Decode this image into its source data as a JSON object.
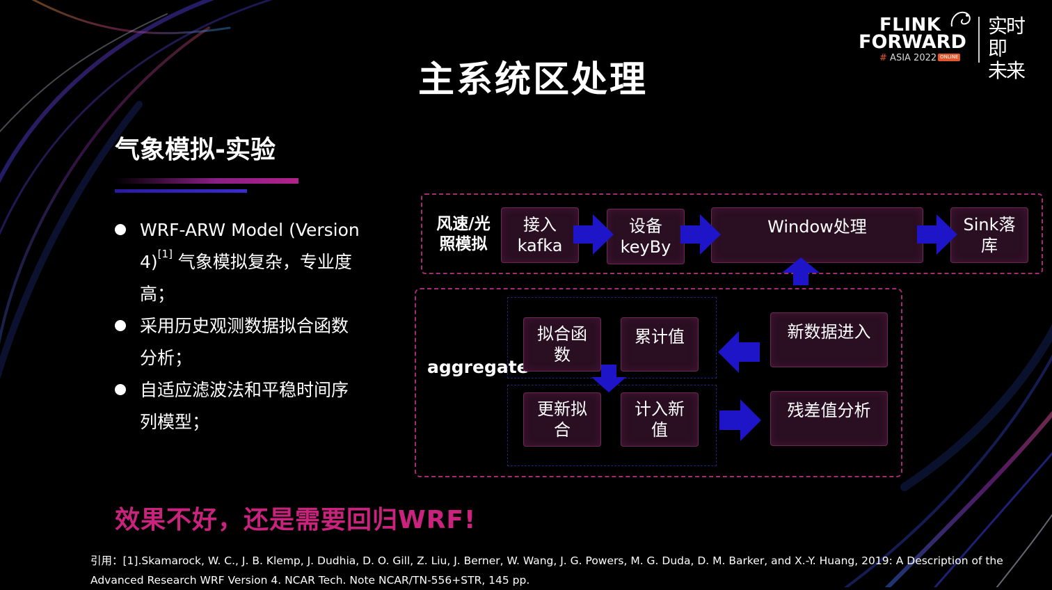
{
  "logo": {
    "line1": "FLINK",
    "line2": "FORWARD",
    "hash": "#",
    "event": "ASIA 2022",
    "badge": "ONLINE",
    "cn_line1": "实时即",
    "cn_line2": "未来"
  },
  "title": "主系统区处理",
  "subtitle": "气象模拟-实验",
  "bullets": [
    {
      "pre": "WRF-ARW Model (Version 4)",
      "sup": "[1]",
      "post": " 气象模拟复杂，专业度高；"
    },
    {
      "pre": "采用历史观测数据拟合函数分析；",
      "sup": "",
      "post": ""
    },
    {
      "pre": "自适应滤波法和平稳时间序列模型；",
      "sup": "",
      "post": ""
    }
  ],
  "diagram": {
    "source_label": "风速/光照模拟",
    "aggregate_label": "aggregate",
    "top_flow": {
      "ingest": "接入kafka",
      "keyby": "设备keyBy",
      "window": "Window处理",
      "sink": "Sink落库"
    },
    "bottom_flow": {
      "fit": "拟合函数",
      "accum": "累计值",
      "update": "更新拟合",
      "count": "计入新值",
      "new_data": "新数据进入",
      "residual": "残差值分析"
    },
    "colors": {
      "dashed_border": "#a62a75",
      "arrow": "#1f15c8",
      "box_fill": "#2a0e22"
    }
  },
  "conclusion": "效果不好，还是需要回归WRF!",
  "reference": "引用：[1].Skamarock, W. C., J. B. Klemp, J. Dudhia, D. O. Gill, Z. Liu, J. Berner, W. Wang, J. G. Powers, M. G. Duda, D. M. Barker, and X.-Y. Huang, 2019: A Description of the Advanced Research WRF Version 4. NCAR Tech. Note NCAR/TN-556+STR, 145 pp."
}
